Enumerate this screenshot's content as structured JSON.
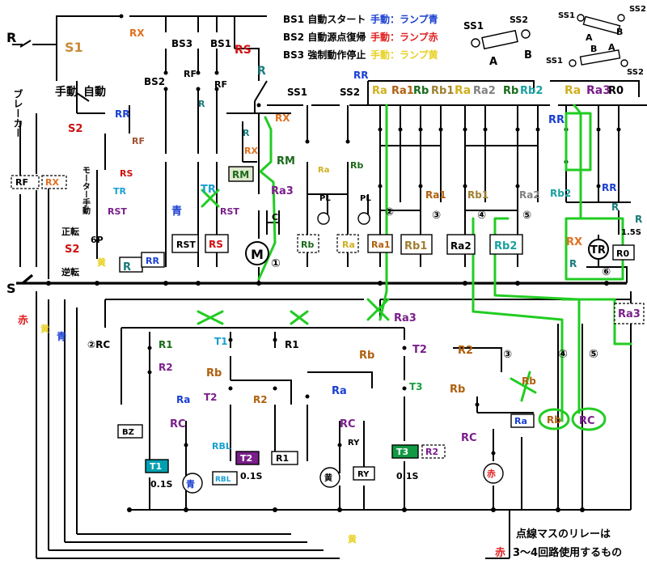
{
  "legend": {
    "bs1": "BS1 自動スタート",
    "bs2": "BS2 自動源点復帰",
    "bs3": "BS3 強制動作停止",
    "manual_blue": "手動：ランプ青",
    "manual_red": "手動：ランプ赤",
    "manual_yellow": "手動：ランプ黄"
  },
  "switch_legend": {
    "ss1": "SS1",
    "ss2": "SS2",
    "a": "A",
    "b": "B"
  },
  "top_relays": [
    "Ra",
    "Ra1",
    "Rb",
    "Rb1",
    "Ra",
    "Ra2",
    "Rb",
    "Rb2",
    "Ra",
    "Ra3",
    "R0"
  ],
  "labels": {
    "r": "R",
    "s": "S",
    "s1": "S1",
    "s2": "S2",
    "manual": "手動",
    "auto": "自動",
    "breaker": "ブレーカー",
    "rx": "RX",
    "rf": "RF",
    "rs": "RS",
    "rr": "RR",
    "rm": "RM",
    "rst": "RST",
    "tr": "TR",
    "bs1": "BS1",
    "bs2": "BS2",
    "bs3": "BS3",
    "motor_manual": "モーター手動",
    "forward": "正転",
    "reverse": "逆転",
    "sixp": "6P",
    "blue": "青",
    "red": "赤",
    "yellow": "黄",
    "ra": "Ra",
    "rb": "Rb",
    "ra1": "Ra1",
    "rb1": "Rb1",
    "ra2": "Ra2",
    "rb2": "Rb2",
    "ra3": "Ra3",
    "pl": "PL",
    "c": "C",
    "m": "M",
    "ss1": "SS1",
    "ss2": "SS2",
    "r0": "R0",
    "one_five_s": "1.5S",
    "circle1": "①",
    "circle2": "②",
    "circle3": "③",
    "circle4": "④",
    "circle5": "⑤",
    "circle6": "⑥",
    "rc": "RC",
    "rc2": "②RC",
    "r1": "R1",
    "r2": "R2",
    "t1": "T1",
    "t2": "T2",
    "t3": "T3",
    "bz": "BZ",
    "rbl": "RBL",
    "ry": "RY",
    "pointone_s": "0.1S"
  },
  "footnote": {
    "line1": "点線マスのリレーは",
    "line2": "3～4回路使用するもの"
  }
}
